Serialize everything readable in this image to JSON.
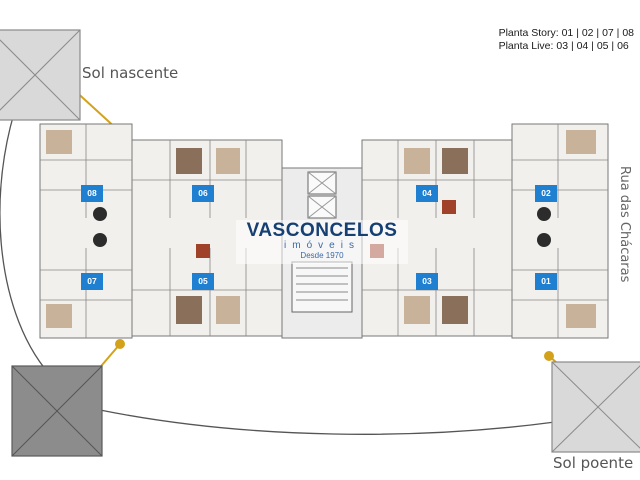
{
  "legend": {
    "story": "Planta Story: 01 | 02 | 07 | 08",
    "live": "Planta Live: 03 | 04 | 05 | 06"
  },
  "sun": {
    "rise": "Sol nascente",
    "set": "Sol poente"
  },
  "street": "Rua das Chácaras",
  "logo": {
    "name": "VASCONCELOS",
    "sub": "imóveis",
    "since": "Desde 1970"
  },
  "units": [
    "08",
    "06",
    "04",
    "02",
    "07",
    "05",
    "03",
    "01"
  ],
  "colors": {
    "badge": "#1f7fd1",
    "sun_marker": "#d4a21a",
    "logo": "#163f73"
  }
}
